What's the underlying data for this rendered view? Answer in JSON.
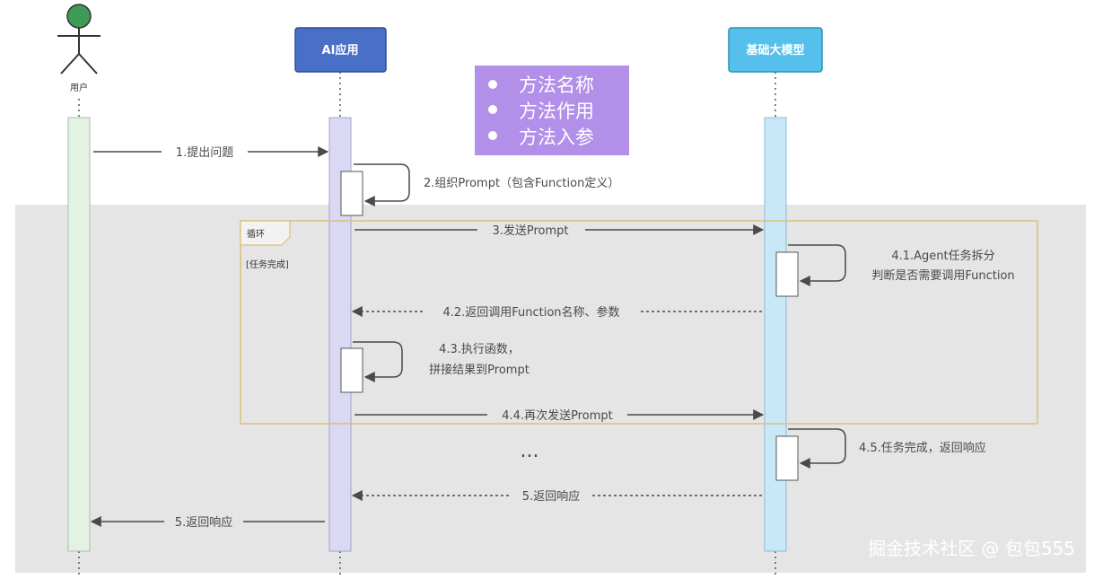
{
  "participants": {
    "user": "用户",
    "app": "AI应用",
    "model": "基础大模型"
  },
  "note": {
    "items": [
      "方法名称",
      "方法作用",
      "方法入参"
    ],
    "bg_color": "#b28fe8"
  },
  "loop": {
    "label": "循环",
    "guard": "[任务完成]",
    "border_color": "#d9c07a"
  },
  "messages": {
    "m1": "1.提出问题",
    "m2": "2.组织Prompt（包含Function定义）",
    "m3": "3.发送Prompt",
    "m41_line1": "4.1.Agent任务拆分",
    "m41_line2": "判断是否需要调用Function",
    "m42": "4.2.返回调用Function名称、参数",
    "m43_line1": "4.3.执行函数，",
    "m43_line2": "拼接结果到Prompt",
    "m44": "4.4.再次发送Prompt",
    "ellipsis": "...",
    "m45": "4.5.任务完成，返回响应",
    "m5_app": "5.返回响应",
    "m5_user": "5.返回响应"
  },
  "watermark": "掘金技术社区 @ 包包555",
  "colors": {
    "app_header": "#4a6fc7",
    "model_header": "#55c0ec",
    "user_lifeline": "#e3f2e3",
    "app_lifeline": "#d9d9f3",
    "model_lifeline": "#c9e8f7",
    "region_gray": "#e5e5e5",
    "actor_head": "#3f9a55"
  }
}
